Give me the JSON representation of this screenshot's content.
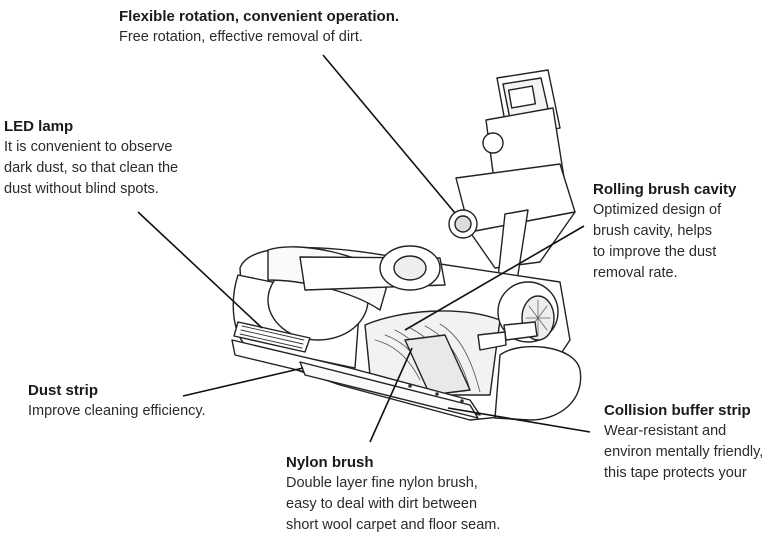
{
  "callouts": {
    "rotation": {
      "title": "Flexible rotation, convenient operation.",
      "lines": [
        "Free rotation, effective removal of dirt."
      ]
    },
    "led": {
      "title": "LED lamp",
      "lines": [
        "It is convenient to observe",
        "dark dust, so that clean the",
        "dust without blind spots."
      ]
    },
    "cavity": {
      "title": "Rolling brush cavity",
      "lines": [
        "Optimized design of",
        "brush cavity, helps",
        "to improve the dust",
        "removal rate."
      ]
    },
    "dust_strip": {
      "title": "Dust strip",
      "lines": [
        "Improve cleaning efficiency."
      ]
    },
    "buffer": {
      "title": "Collision buffer strip",
      "lines": [
        "Wear-resistant and",
        "environ mentally friendly,",
        "this tape protects your"
      ]
    },
    "nylon": {
      "title": "Nylon brush",
      "lines": [
        "Double layer fine nylon brush,",
        "easy to deal with dirt between",
        "short wool carpet and floor seam."
      ]
    }
  }
}
